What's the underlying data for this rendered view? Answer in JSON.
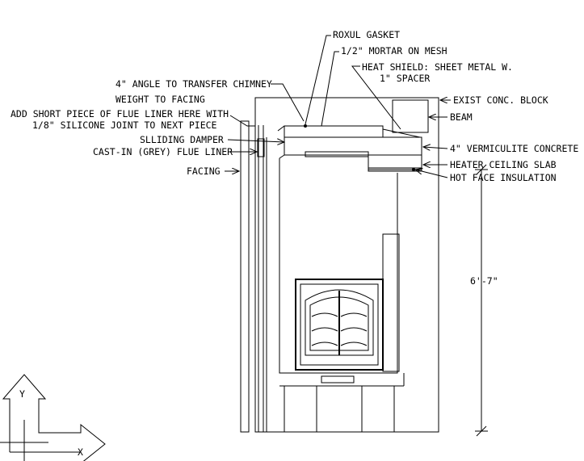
{
  "labels": {
    "roxul_gasket": "ROXUL GASKET",
    "mortar_on_mesh": "1/2\" MORTAR ON MESH",
    "heat_shield_line1": "HEAT SHIELD: SHEET METAL W.",
    "heat_shield_line2": "1\" SPACER",
    "angle_line1": "4\" ANGLE TO TRANSFER CHIMNEY",
    "angle_line2": "WEIGHT TO FACING",
    "flue_liner_line1": "ADD SHORT PIECE OF FLUE LINER HERE WITH",
    "flue_liner_line2": "1/8\" SILICONE JOINT TO NEXT PIECE",
    "sliding_damper": "SLLIDING DAMPER",
    "cast_in_flue_liner": "CAST-IN (GREY) FLUE LINER",
    "facing": "FACING",
    "exist_conc_block": "EXIST CONC. BLOCK",
    "beam": "BEAM",
    "vermiculite_concrete": "4\" VERMICULITE CONCRETE",
    "heater_ceiling_slab": "HEATER CEILING SLAB",
    "hot_face_insulation": "HOT FACE INSULATION",
    "height_dimension": "6'-7\""
  },
  "ucs_icon": {
    "x_axis_label": "X",
    "y_axis_label": "Y"
  },
  "colors": {
    "background": "#ffffff",
    "linework": "#000000"
  }
}
